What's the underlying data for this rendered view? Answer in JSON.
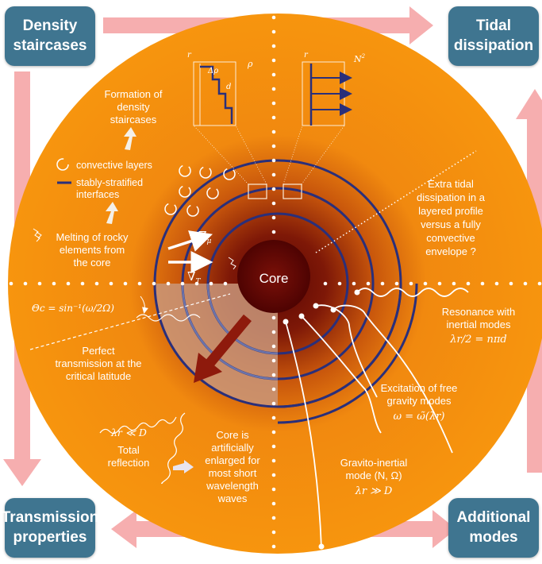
{
  "corners": {
    "top_left": [
      "Density",
      "staircases"
    ],
    "top_right": [
      "Tidal",
      "dissipation"
    ],
    "bottom_left": [
      "Transmission",
      "properties"
    ],
    "bottom_right": [
      "Additional",
      "modes"
    ]
  },
  "core_label": "Core",
  "top_left_quadrant": {
    "formation": [
      "Formation of",
      "density",
      "staircases"
    ],
    "legend_convective": "convective layers",
    "legend_interfaces": [
      "stably-stratified",
      "interfaces"
    ],
    "melting": [
      "Melting of rocky",
      "elements from",
      "the core"
    ],
    "grad_mu": "∇",
    "grad_mu_sub": "μ",
    "grad_T": "∇",
    "grad_T_sub": "T"
  },
  "insets": {
    "left": {
      "r": "r",
      "rho": "ρ",
      "delta_rho": "Δρ",
      "d": "d"
    },
    "right": {
      "r": "r",
      "n2": "N",
      "n2_sup": "2"
    }
  },
  "top_right_quadrant": {
    "text": [
      "Extra tidal",
      "dissipation in a",
      "layered profile",
      "versus a fully",
      "convective",
      "envelope ?"
    ]
  },
  "bottom_left_quadrant": {
    "theta": "Θc = sin⁻¹(ω/2Ω)",
    "perfect": [
      "Perfect",
      "transmission at the",
      "critical latitude"
    ],
    "lambda_small": "λr ≪ D",
    "total": [
      "Total",
      "reflection"
    ],
    "core_enlarged": [
      "Core is",
      "artificially",
      "enlarged for",
      "most short",
      "wavelength",
      "waves"
    ]
  },
  "bottom_right_quadrant": {
    "resonance": [
      "Resonance with",
      "inertial modes"
    ],
    "resonance_eq": "λr/2 = nπd",
    "excitation": [
      "Excitation of free",
      "gravity modes"
    ],
    "excitation_eq": "ω = ω̃(λr)",
    "gravito": [
      "Gravito-inertial",
      "mode (N, Ω)"
    ],
    "lambda_large": "λr ≫ D"
  },
  "colors": {
    "orange": "#f7940f",
    "dark_red": "#6e0b05",
    "navy": "#2a2f7a",
    "box_blue": "#3f7590",
    "arrow_pink": "#f6aeaf",
    "arrow_red": "#8e1a0c"
  }
}
